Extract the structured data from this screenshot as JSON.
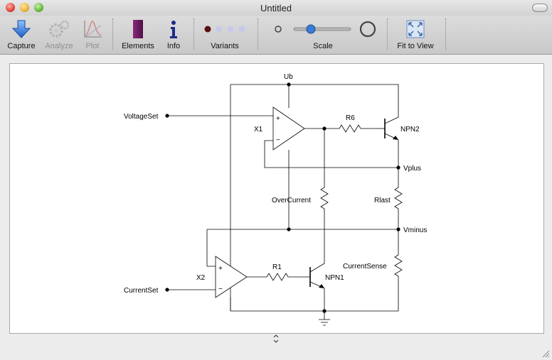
{
  "window": {
    "title": "Untitled"
  },
  "toolbar": {
    "capture": "Capture",
    "analyze": "Analyze",
    "plot": "Plot",
    "elements": "Elements",
    "info": "Info",
    "variants": "Variants",
    "scale": "Scale",
    "fit": "Fit to View",
    "scale_level": 0.3
  },
  "schematic": {
    "ub": "Ub",
    "voltage_set": "VoltageSet",
    "current_set": "CurrentSet",
    "x1": "X1",
    "x2": "X2",
    "r6": "R6",
    "r1": "R1",
    "npn2": "NPN2",
    "npn1": "NPN1",
    "vplus": "Vplus",
    "vminus": "Vminus",
    "rlast": "Rlast",
    "overcurrent": "OverCurrent",
    "currentsense": "CurrentSense",
    "plus": "+",
    "minus": "−"
  },
  "colors": {
    "accent": "#3a7bd5",
    "variant_active": "#5a1010",
    "variant_idle": "#c6c9e8"
  }
}
